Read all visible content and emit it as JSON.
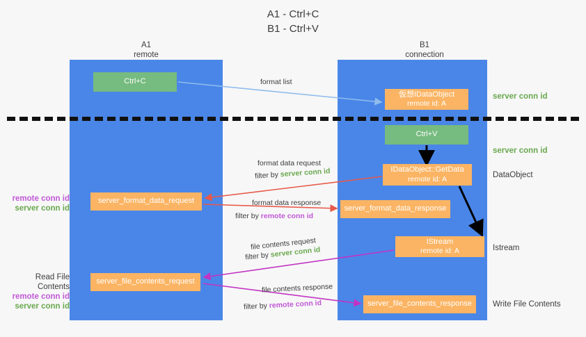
{
  "title": {
    "line1": "A1 - Ctrl+C",
    "line2": "B1 - Ctrl+V"
  },
  "columns": {
    "left": {
      "name": "A1",
      "role": "remote"
    },
    "right": {
      "name": "B1",
      "role": "connection"
    }
  },
  "boxes": {
    "ctrl_c": {
      "label": "Ctrl+C",
      "color": "#76bb7f"
    },
    "idataobject": {
      "line1": "仮想IDataObject",
      "line2": "remote id: A",
      "color": "#fbb463"
    },
    "ctrl_v": {
      "label": "Ctrl+V",
      "color": "#76bb7f"
    },
    "getdata": {
      "line1": "IDataObject::GetData",
      "line2": "remote id: A",
      "color": "#fbb463"
    },
    "format_data_request": {
      "label": "server_format_data_request",
      "color": "#fbb463"
    },
    "format_data_response": {
      "label": "server_format_data_response",
      "color": "#fbb463"
    },
    "istream": {
      "line1": "IStream",
      "line2": "remote id: A",
      "color": "#fbb463"
    },
    "file_contents_request": {
      "label": "server_file_contents_request",
      "color": "#fbb463"
    },
    "file_contents_response": {
      "label": "server_file_contents_response",
      "color": "#fbb463"
    }
  },
  "arrow_labels": {
    "format_list": "format list",
    "format_data_request": "format data request",
    "format_data_request_filter_prefix": "filter by ",
    "format_data_request_filter_value": "server conn id",
    "format_data_response": "format data response",
    "format_data_response_filter_prefix": "filter by ",
    "format_data_response_filter_value": "remote conn id",
    "file_contents_request": "file contents request",
    "file_contents_request_filter_prefix": "filter by ",
    "file_contents_request_filter_value": "server conn id",
    "file_contents_response": "file contents response",
    "file_contents_response_filter_prefix": "filter by ",
    "file_contents_response_filter_value": "remote conn id"
  },
  "side_labels": {
    "right_server_conn_id_1": "server conn id",
    "right_server_conn_id_2": "server conn id",
    "right_dataobject": "DataObject",
    "right_istream": "Istream",
    "right_write_file_contents": "Write File Contents",
    "left_remote_conn_id_1": "remote conn id",
    "left_server_conn_id_1": "server conn id",
    "left_read_file_contents": "Read File Contents",
    "left_remote_conn_id_2": "remote conn id",
    "left_server_conn_id_2": "server conn id"
  },
  "colors": {
    "lane": "#4a86e8",
    "green_accent": "#6aa84f",
    "magenta_accent": "#c158d6",
    "arrow_light_blue": "#8fbcec",
    "arrow_red": "#e8594a",
    "arrow_magenta": "#c333c3",
    "arrow_black": "#000000",
    "background": "#f7f7f7"
  }
}
